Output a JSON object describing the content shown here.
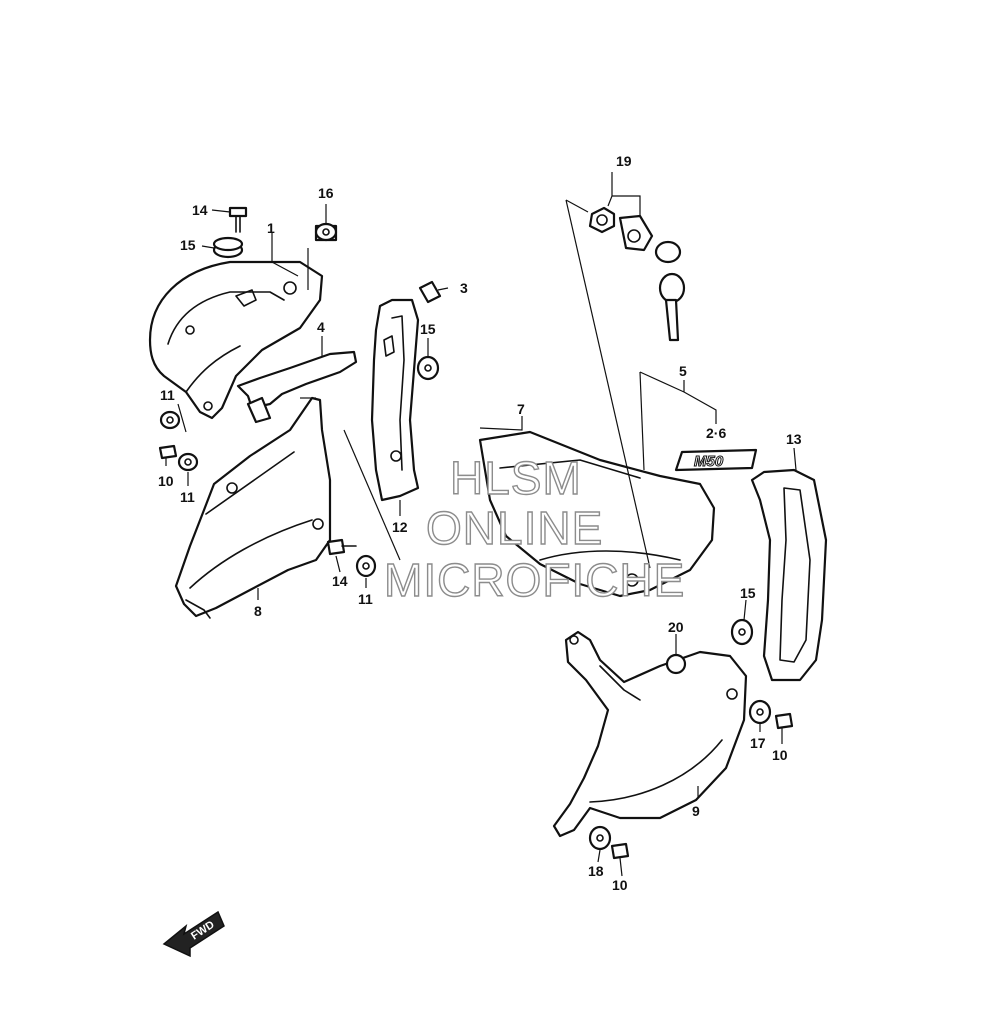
{
  "diagram": {
    "labels": {
      "l1": "1",
      "l2_6": "2·6",
      "l3": "3",
      "l4": "4",
      "l5": "5",
      "l7": "7",
      "l8": "8",
      "l9": "9",
      "l10a": "10",
      "l10b": "10",
      "l10c": "10",
      "l11a": "11",
      "l11b": "11",
      "l11c": "11",
      "l12": "12",
      "l13": "13",
      "l14a": "14",
      "l14b": "14",
      "l15a": "15",
      "l15b": "15",
      "l15c": "15",
      "l16": "16",
      "l17": "17",
      "l18": "18",
      "l19": "19",
      "l20": "20"
    },
    "emblem_text": "M50",
    "fwd_arrow_text": "FWD",
    "watermark": {
      "line1": "HLSM",
      "line2": "ONLINE",
      "line3": "MICROFICHE"
    }
  }
}
